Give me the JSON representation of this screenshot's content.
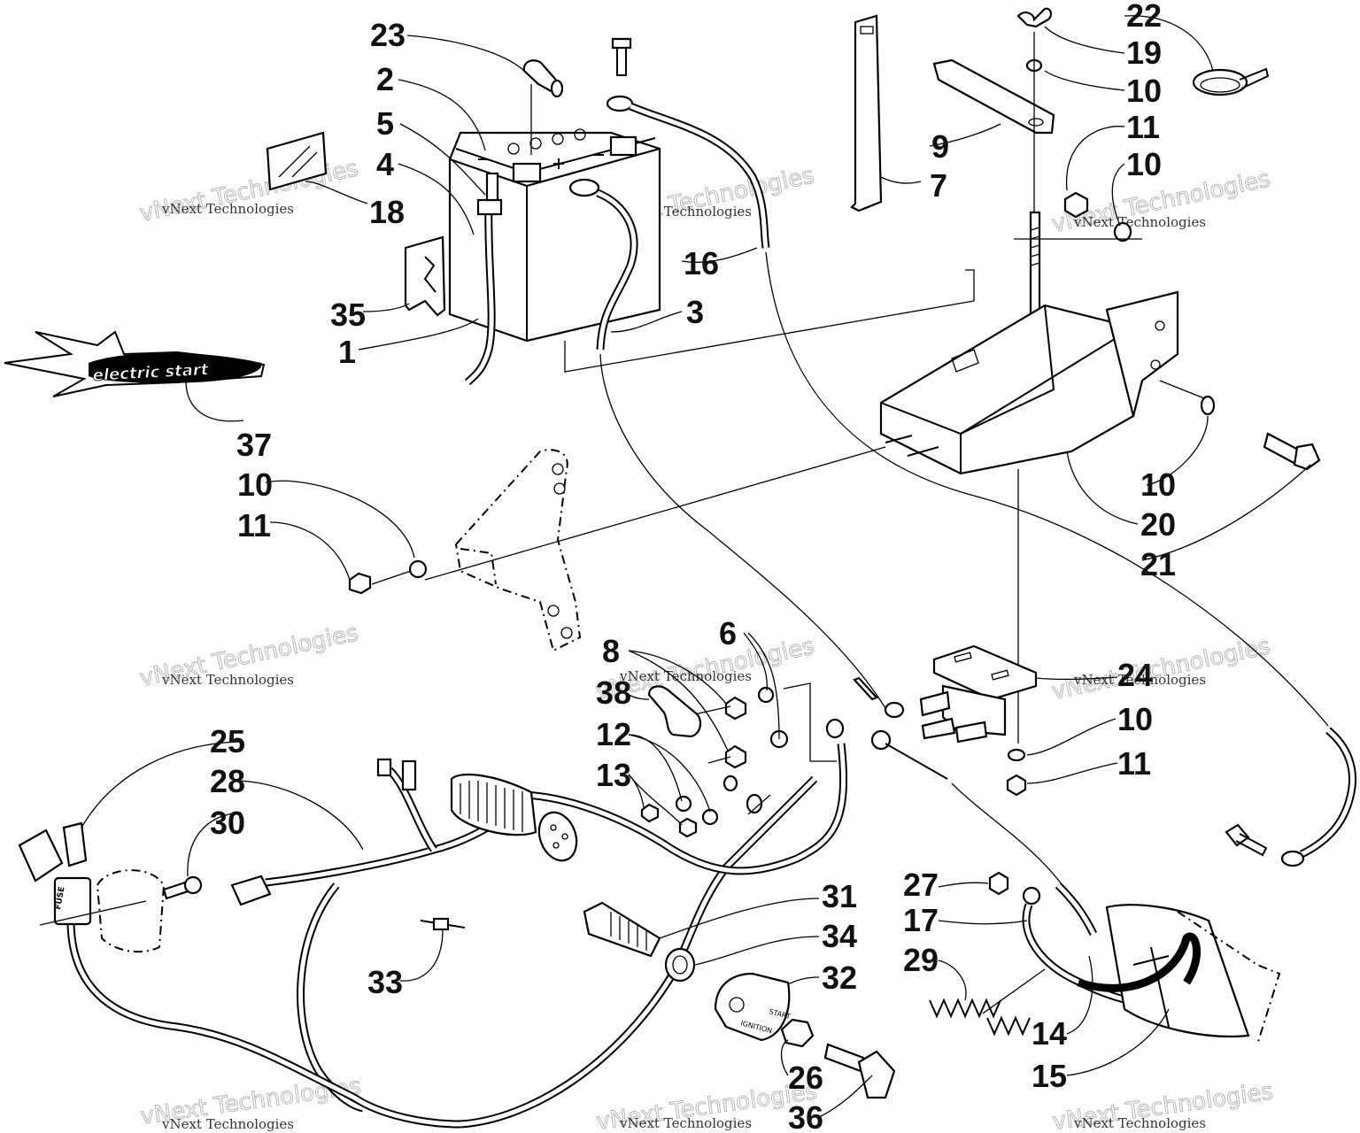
{
  "watermark": {
    "text_large": "vNext Technologies",
    "text_small": "vNext Technologies"
  },
  "logo": {
    "text": "electric start",
    "icon": "electric-start-star-logo"
  },
  "fuse_holder": {
    "label": "FUSE"
  },
  "ignition_plate": {
    "line1": "IGNITION",
    "line2": "START"
  },
  "callouts": {
    "c1": "1",
    "c2": "2",
    "c3": "3",
    "c4": "4",
    "c5": "5",
    "c6": "6",
    "c7": "7",
    "c8": "8",
    "c9": "9",
    "c10a": "10",
    "c10b": "10",
    "c10c": "10",
    "c10d": "10",
    "c10e": "10",
    "c11a": "11",
    "c11b": "11",
    "c11c": "11",
    "c12": "12",
    "c13": "13",
    "c14": "14",
    "c15": "15",
    "c16": "16",
    "c17": "17",
    "c18": "18",
    "c19": "19",
    "c20": "20",
    "c21": "21",
    "c22": "22",
    "c23": "23",
    "c24": "24",
    "c25": "25",
    "c26": "26",
    "c27": "27",
    "c28": "28",
    "c29": "29",
    "c30": "30",
    "c31": "31",
    "c32": "32",
    "c33": "33",
    "c34": "34",
    "c35": "35",
    "c36": "36",
    "c37": "37",
    "c38": "38"
  },
  "icons": [
    "battery-icon",
    "battery-tray-icon",
    "starter-solenoid-icon",
    "ignition-key-icon",
    "fuse-icon",
    "wiring-harness-icon",
    "bolt-icon",
    "wing-nut-icon",
    "strap-icon"
  ]
}
